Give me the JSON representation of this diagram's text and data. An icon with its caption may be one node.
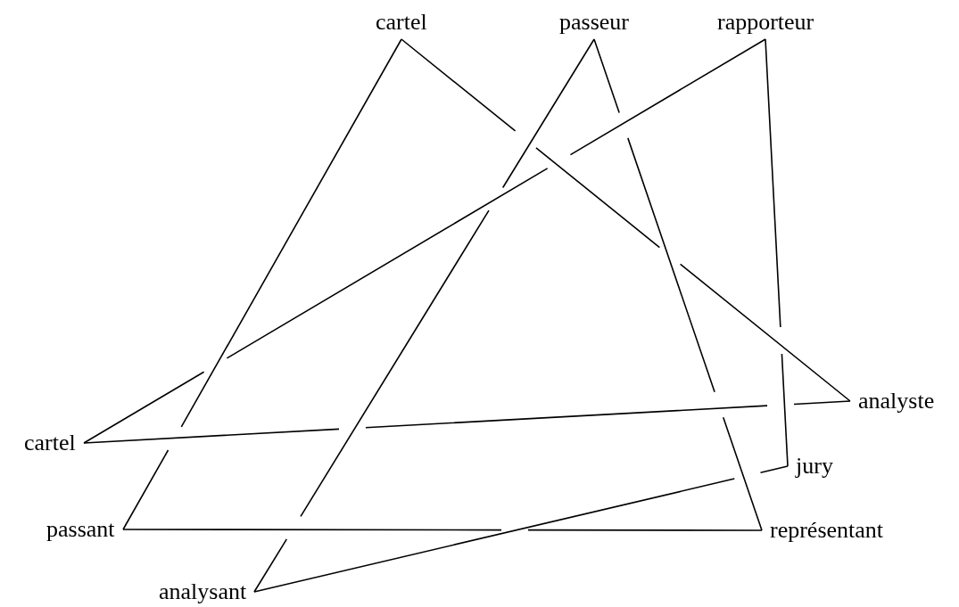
{
  "diagram": {
    "nodes": [
      {
        "text": [
          "cartel"
        ]
      },
      {
        "text": [
          "passeur"
        ]
      },
      {
        "text": [
          "rapporteur"
        ]
      },
      {
        "text": [
          "analyste"
        ]
      },
      {
        "text": [
          "cartel"
        ]
      },
      {
        "text": [
          "jury"
        ]
      },
      {
        "text": [
          "passant"
        ]
      },
      {
        "text": [
          "représentant"
        ]
      },
      {
        "text": [
          "analysant"
        ]
      }
    ],
    "edges": [
      {
        "from": 0,
        "to": 6,
        "arrow": "none"
      },
      {
        "from": 0,
        "to": 3,
        "arrow": "none"
      },
      {
        "from": 1,
        "to": 8,
        "arrow": "none"
      },
      {
        "from": 1,
        "to": 7,
        "arrow": "none"
      },
      {
        "from": 2,
        "to": 4,
        "arrow": "none"
      },
      {
        "from": 4,
        "to": 3,
        "arrow": "none"
      },
      {
        "from": 2,
        "to": 5,
        "arrow": "none"
      },
      {
        "from": 6,
        "to": 7,
        "arrow": "none"
      },
      {
        "from": 8,
        "to": 5,
        "arrow": "none"
      }
    ]
  }
}
